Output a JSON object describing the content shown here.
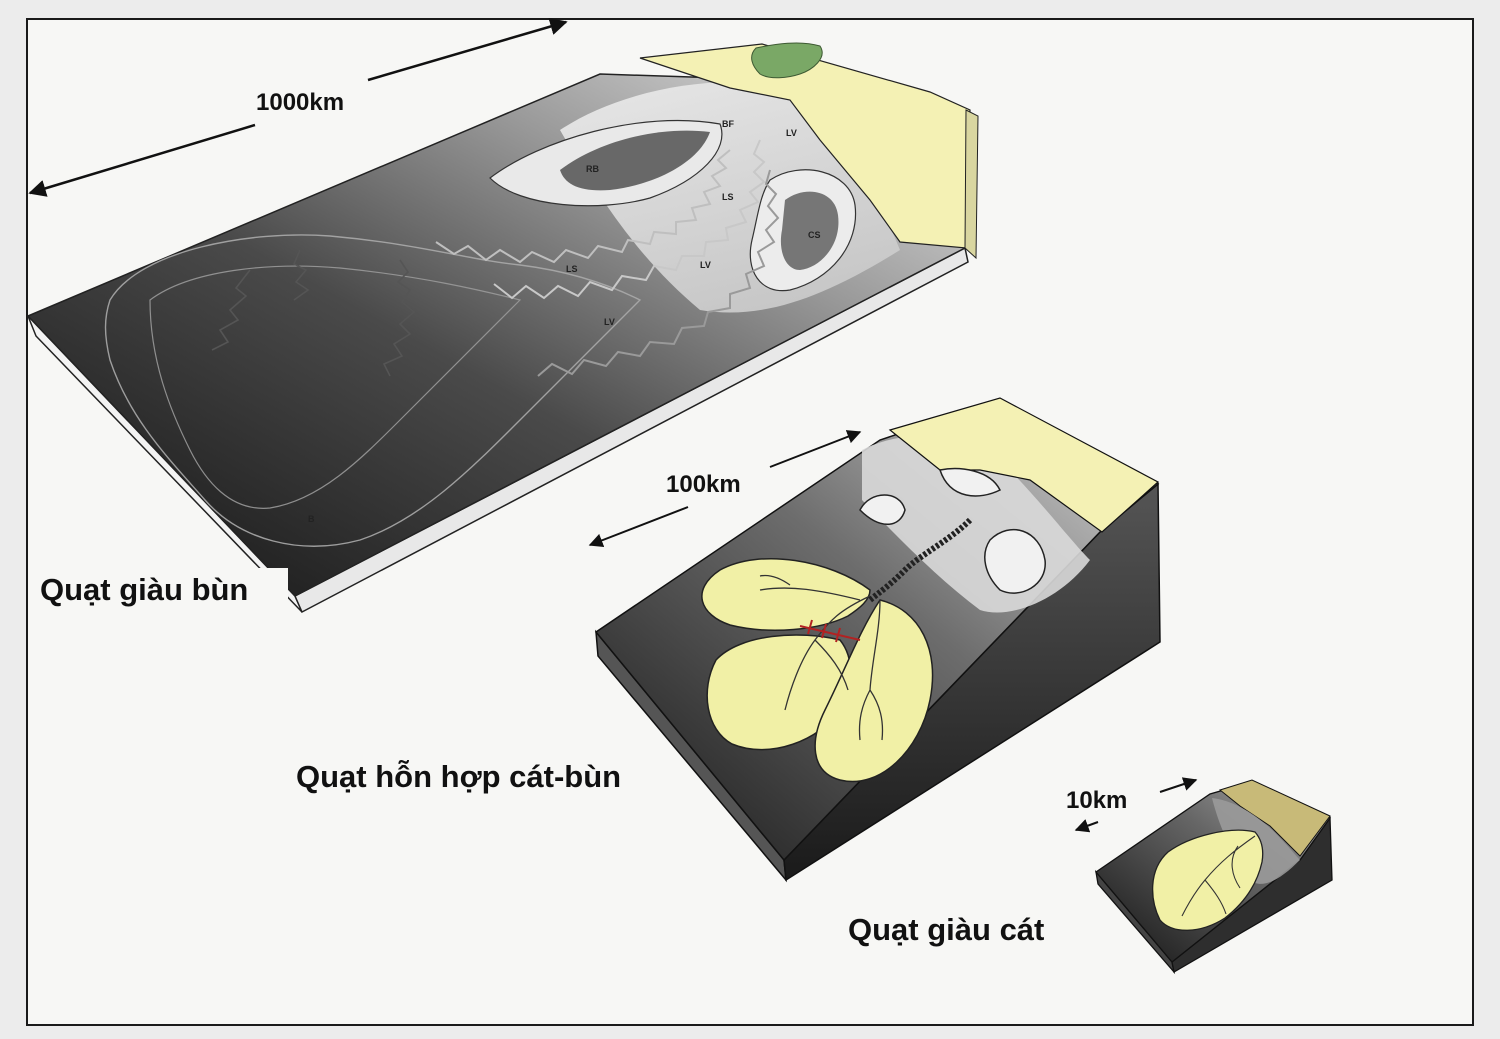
{
  "figure": {
    "blocks": [
      {
        "id": "mud",
        "scale_label": "1000km",
        "caption": "Quạt giàu bùn"
      },
      {
        "id": "mixed",
        "scale_label": "100km",
        "caption": "Quạt hỗn hợp cát-bùn"
      },
      {
        "id": "sand",
        "scale_label": "10km",
        "caption": "Quạt giàu cát"
      }
    ],
    "small_labels": [
      "BF",
      "LV",
      "RB",
      "CS",
      "LV",
      "LS",
      "LS",
      "LV",
      "B"
    ]
  },
  "colors": {
    "frame": "#1a1a1a",
    "shelf_sand": "#f4f1b4",
    "fan_sand": "#f1f0a6",
    "vegetation": "#7aa866",
    "abyssal": "#1f1f1f",
    "slope_light": "#d9d9d9"
  }
}
